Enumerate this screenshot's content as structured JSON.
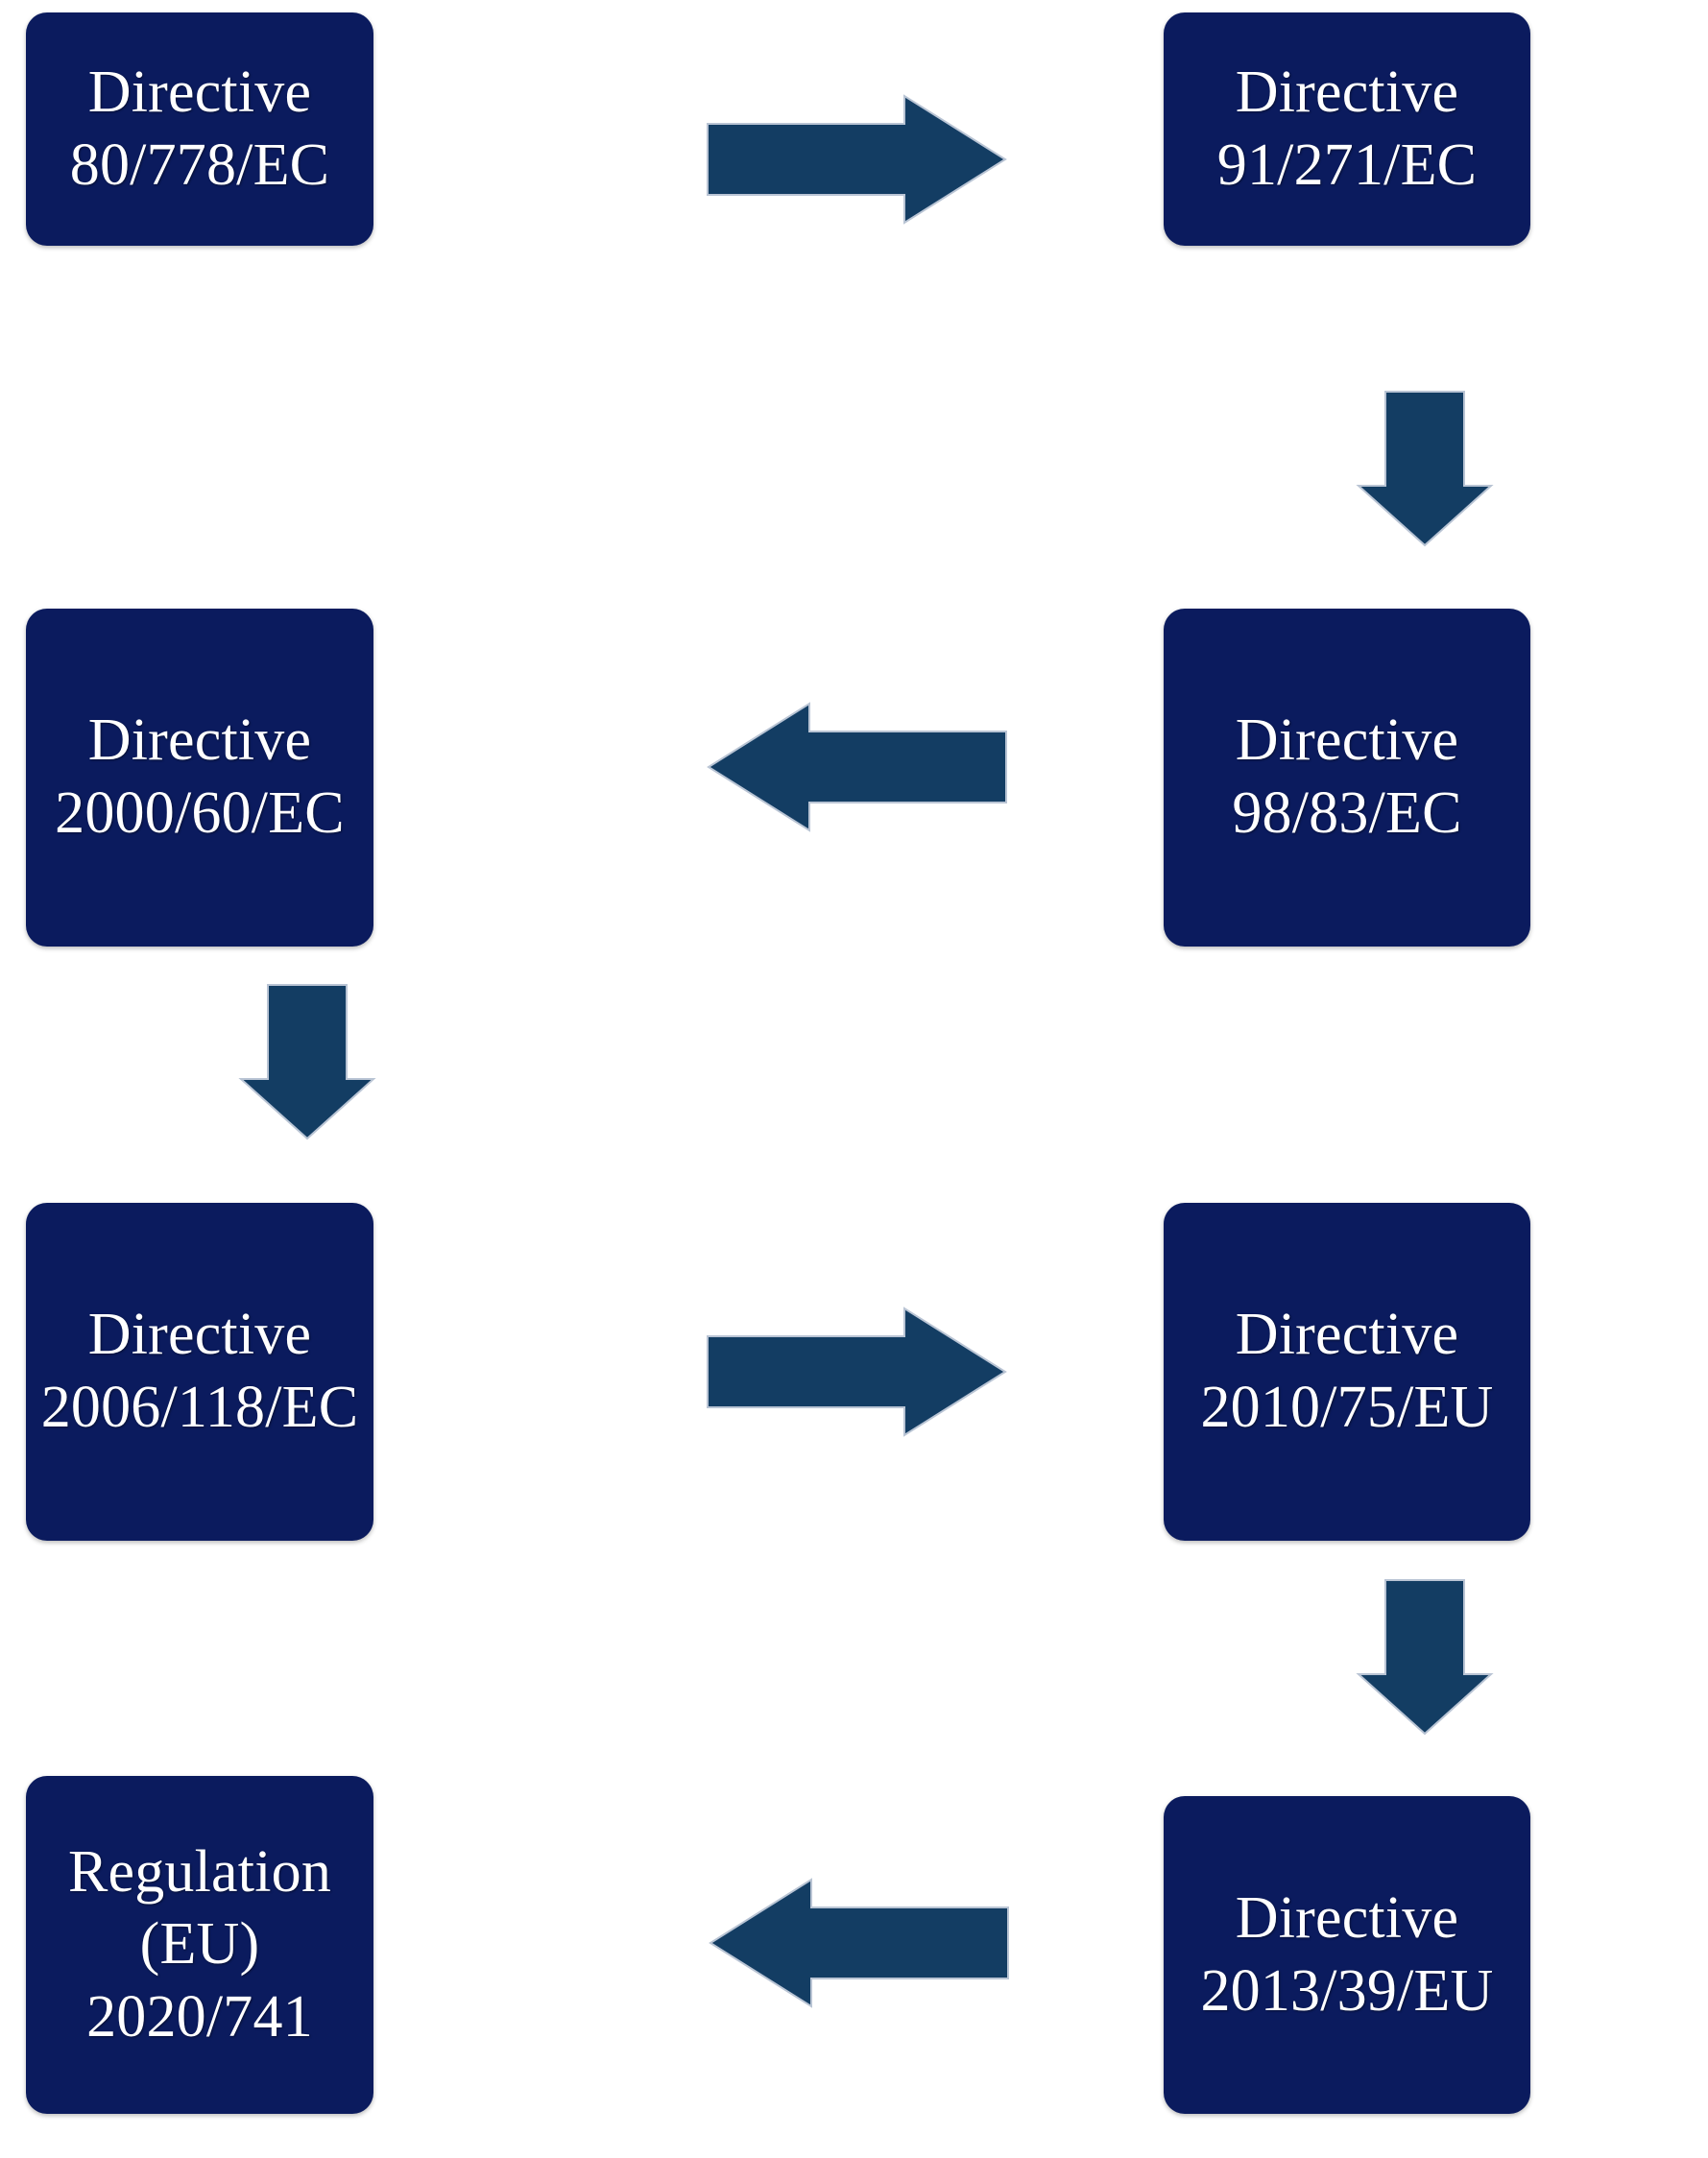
{
  "diagram": {
    "title": "EU water legislation chronology flowchart",
    "colors": {
      "node_fill": "#0B1B5E",
      "node_text": "#FFFFFF",
      "arrow_fill": "#133D63",
      "background": "#FFFFFF"
    },
    "nodes": [
      {
        "id": "n1",
        "label": "Directive\n80/778/EC",
        "row": 1,
        "column": "left"
      },
      {
        "id": "n2",
        "label": "Directive\n91/271/EC",
        "row": 1,
        "column": "right"
      },
      {
        "id": "n3",
        "label": "Directive\n2000/60/EC",
        "row": 2,
        "column": "left"
      },
      {
        "id": "n4",
        "label": "Directive\n98/83/EC",
        "row": 2,
        "column": "right"
      },
      {
        "id": "n5",
        "label": "Directive\n2006/118/EC",
        "row": 3,
        "column": "left"
      },
      {
        "id": "n6",
        "label": "Directive\n2010/75/EU",
        "row": 3,
        "column": "right"
      },
      {
        "id": "n7",
        "label": "Regulation\n(EU) 2020/741",
        "row": 4,
        "column": "left"
      },
      {
        "id": "n8",
        "label": "Directive\n2013/39/EU",
        "row": 4,
        "column": "right"
      }
    ],
    "arrows": [
      {
        "id": "a1",
        "from": "n1",
        "to": "n2",
        "direction": "right",
        "icon": "arrow-right-icon"
      },
      {
        "id": "a2",
        "from": "n2",
        "to": "n4",
        "direction": "down",
        "icon": "arrow-down-icon"
      },
      {
        "id": "a3",
        "from": "n4",
        "to": "n3",
        "direction": "left",
        "icon": "arrow-left-icon"
      },
      {
        "id": "a4",
        "from": "n3",
        "to": "n5",
        "direction": "down",
        "icon": "arrow-down-icon"
      },
      {
        "id": "a5",
        "from": "n5",
        "to": "n6",
        "direction": "right",
        "icon": "arrow-right-icon"
      },
      {
        "id": "a6",
        "from": "n6",
        "to": "n8",
        "direction": "down",
        "icon": "arrow-down-icon"
      },
      {
        "id": "a7",
        "from": "n8",
        "to": "n7",
        "direction": "left",
        "icon": "arrow-left-icon"
      }
    ]
  }
}
